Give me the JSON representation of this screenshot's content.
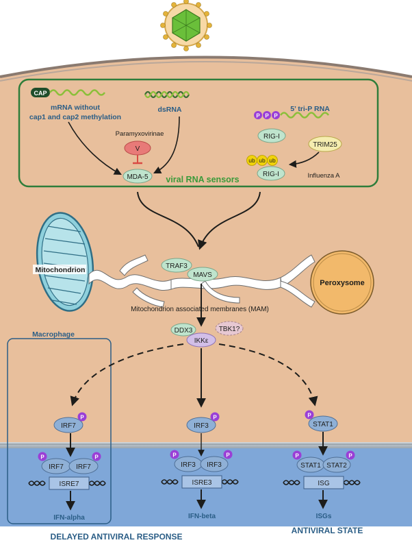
{
  "sensors": {
    "box_title": "viral RNA sensors",
    "cap_label": "CAP",
    "mrna_label_line1": "mRNA without",
    "mrna_label_line2": "cap1 and cap2 methylation",
    "dsrna_label": "dsRNA",
    "triprna_label": "5’ tri-P RNA",
    "p_label": "P",
    "paramyxo_label": "Paramyxovirinae",
    "v_label": "V",
    "mda5_label": "MDA-5",
    "rigi_label": "RIG-I",
    "rigi2_label": "RIG-I",
    "trim25_label": "TRIM25",
    "ub_label": "ub",
    "influenza_label": "Influenza A"
  },
  "membrane": {
    "mito_label": "Mitochondrion",
    "perox_label": "Peroxysome",
    "mam_label": "Mitochondrion associated membranes (MAM)",
    "traf3_label": "TRAF3",
    "mavs_label": "MAVS"
  },
  "kinases": {
    "ddx3_label": "DDX3",
    "ikke_label": "IKKε",
    "tbk1_label": "TBK1?"
  },
  "macrophage_label": "Macrophage",
  "left": {
    "irf7_label": "IRF7",
    "irf7a_label": "IRF7",
    "irf7b_label": "IRF7",
    "isre_label": "ISRE7",
    "out_label": "IFN-alpha"
  },
  "mid": {
    "irf3_label": "IRF3",
    "irf3a_label": "IRF3",
    "irf3b_label": "IRF3",
    "isre_label": "ISRE3",
    "out_label": "IFN-beta"
  },
  "right": {
    "stat1_label": "STAT1",
    "stat1a_label": "STAT1",
    "stat2_label": "STAT2",
    "isg_label": "ISG",
    "out_label": "ISGs"
  },
  "footer": {
    "delayed_label": "DELAYED ANTIVIRAL RESPONSE",
    "antiviral_label": "ANTIVIRAL STATE"
  },
  "colors": {
    "cytoplasm": "#e8bf9c",
    "nucleus": "#7fa7d8",
    "sensor_box_border": "#2e7d3a",
    "node_green": "#bfe4cd",
    "node_purple": "#d2bfe8",
    "node_blue": "#8fb0d6",
    "phosphate": "#9a3fd6",
    "ub_yellow": "#f0d20a",
    "v_red": "#e87a78",
    "peroxisome": "#f2b96b",
    "mitochondrion": "#8fd0dc",
    "virus": "#6abf3a"
  }
}
